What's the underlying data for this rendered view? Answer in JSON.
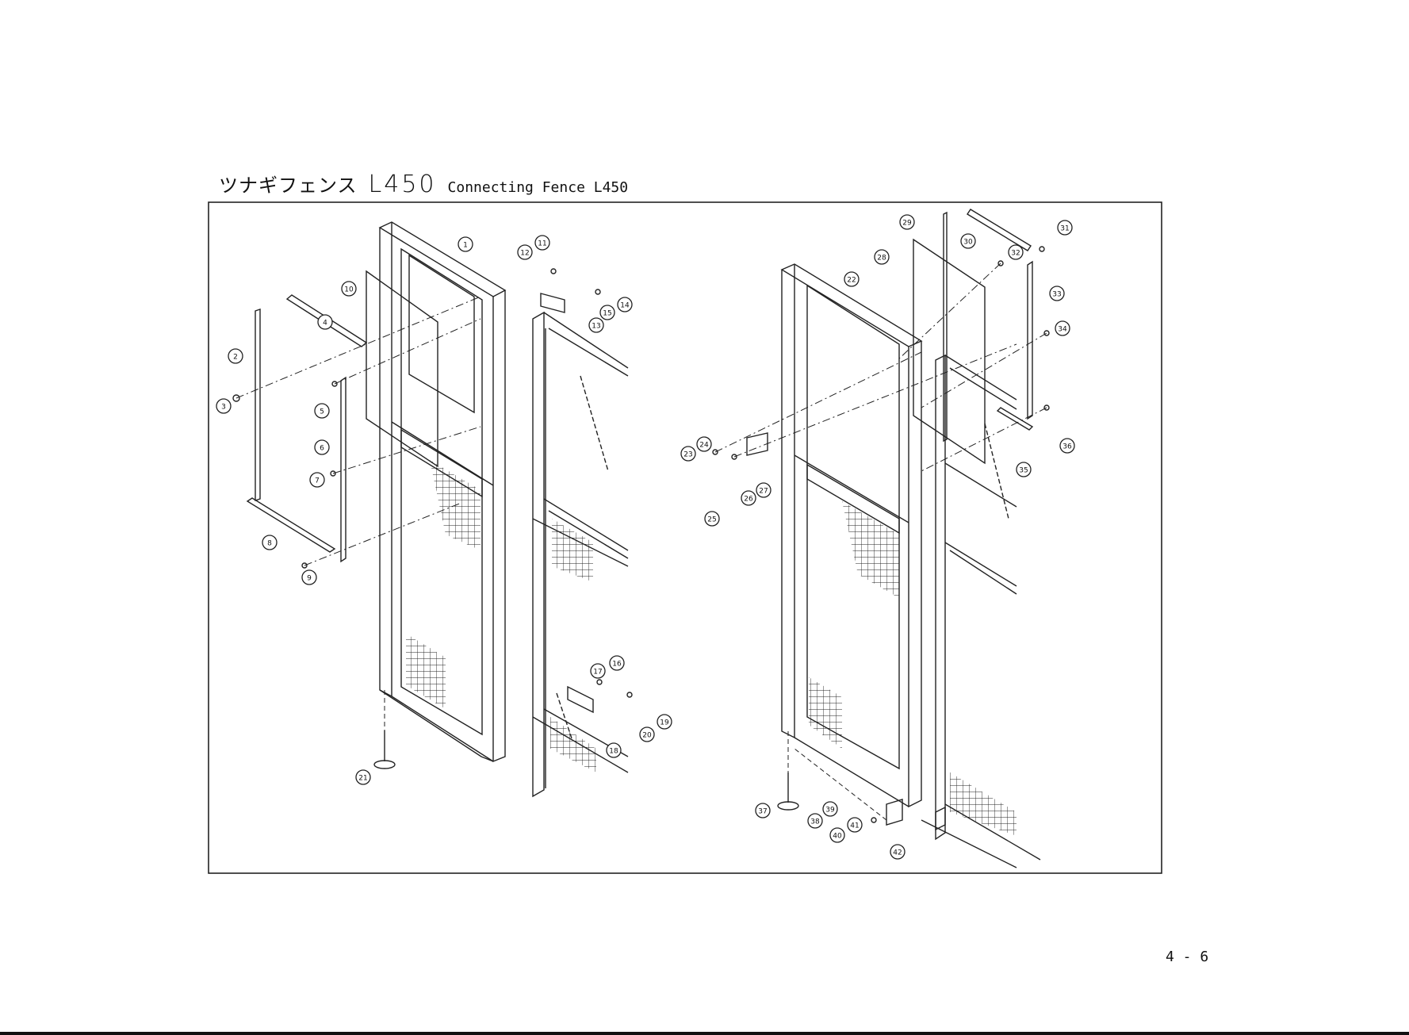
{
  "header": {
    "title_jp": "ツナギフェンス",
    "title_model": "L450",
    "title_en": "Connecting Fence L450"
  },
  "diagram": {
    "callouts": [
      "1",
      "2",
      "3",
      "4",
      "5",
      "6",
      "7",
      "8",
      "9",
      "10",
      "11",
      "12",
      "13",
      "14",
      "15",
      "16",
      "17",
      "18",
      "19",
      "20",
      "21",
      "22",
      "23",
      "24",
      "25",
      "26",
      "27",
      "28",
      "29",
      "30",
      "31",
      "32",
      "33",
      "34",
      "35",
      "36",
      "37",
      "38",
      "39",
      "40",
      "41",
      "42"
    ]
  },
  "footer": {
    "page_number": "4 - 6"
  }
}
